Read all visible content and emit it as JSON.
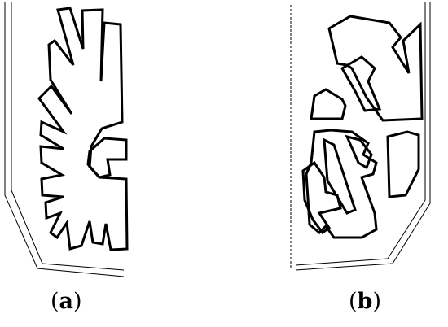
{
  "panels": [
    {
      "id": "a",
      "open_paren": "(",
      "letter": "a",
      "close_paren": ")"
    },
    {
      "id": "b",
      "open_paren": "(",
      "letter": "b",
      "close_paren": ")"
    }
  ],
  "colors": {
    "stroke": "#000000",
    "background": "#ffffff"
  }
}
